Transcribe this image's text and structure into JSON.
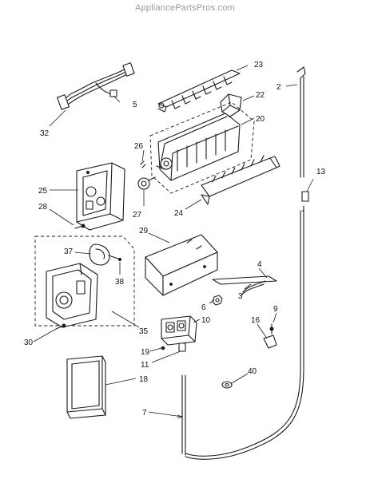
{
  "watermark": "AppliancePartsPros.com",
  "callouts": {
    "c2": "2",
    "c3": "3",
    "c4": "4",
    "c5": "5",
    "c6": "6",
    "c7": "7",
    "c9": "9",
    "c10": "10",
    "c11": "11",
    "c13": "13",
    "c16": "16",
    "c18": "18",
    "c19": "19",
    "c20": "20",
    "c22": "22",
    "c23": "23",
    "c24": "24",
    "c25": "25",
    "c26": "26",
    "c27": "27",
    "c28": "28",
    "c29": "29",
    "c30": "30",
    "c32": "32",
    "c35": "35",
    "c37": "37",
    "c38": "38",
    "c40": "40"
  }
}
